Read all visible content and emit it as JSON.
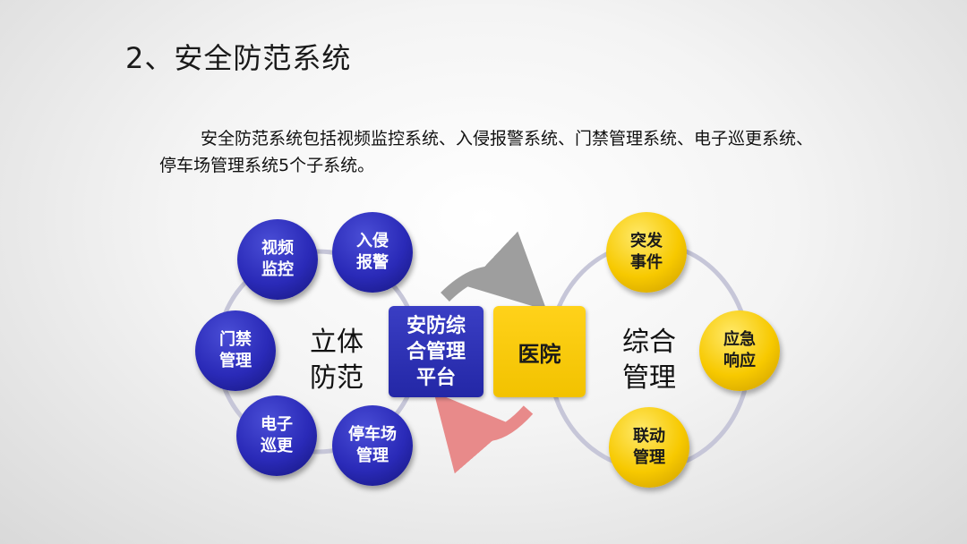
{
  "title": "2、安全防范系统",
  "description": "安全防范系统包括视频监控系统、入侵报警系统、门禁管理系统、电子巡更系统、停车场管理系统5个子系统。",
  "left_cycle": {
    "center": "立体\n防范",
    "nodes": [
      "视频\n监控",
      "入侵\n报警",
      "门禁\n管理",
      "电子\n巡更",
      "停车场\n管理"
    ]
  },
  "platform": "安防综\n合管理\n平台",
  "hospital": "医院",
  "right_cycle": {
    "center": "综合\n管理",
    "nodes": [
      "突发\n事件",
      "应急\n响应",
      "联动\n管理"
    ]
  },
  "colors": {
    "blue": "#2a2ab8",
    "gold": "#f7c900",
    "arrow_top": "#9e9e9e",
    "arrow_bottom": "#e88a8a"
  }
}
